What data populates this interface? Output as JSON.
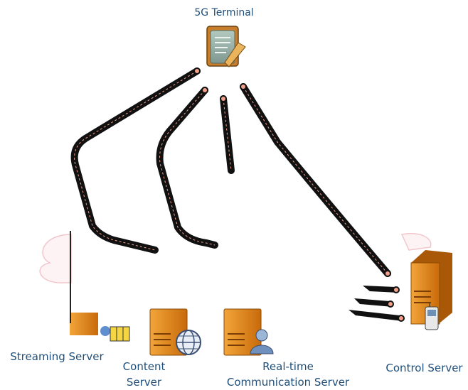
{
  "labels": {
    "terminal": "5G Terminal",
    "streaming": "Streaming Server",
    "content_line1": "Content",
    "content_line2": "Server",
    "realtime_line1": "Real-time",
    "realtime_line2": "Communication Server",
    "control": "Control Server"
  },
  "nodes": [
    {
      "id": "terminal",
      "icon": "document-pen-icon"
    },
    {
      "id": "streaming",
      "icon": "server-with-media-icon"
    },
    {
      "id": "content",
      "icon": "server-with-globe-icon"
    },
    {
      "id": "realtime",
      "icon": "server-with-user-icon"
    },
    {
      "id": "control",
      "icon": "server-with-phone-icon"
    }
  ],
  "cloud_color": "#f2c6cc",
  "server_color": "#e38b1c",
  "link_color": "#111111",
  "link_dot_color": "#f2a08a"
}
